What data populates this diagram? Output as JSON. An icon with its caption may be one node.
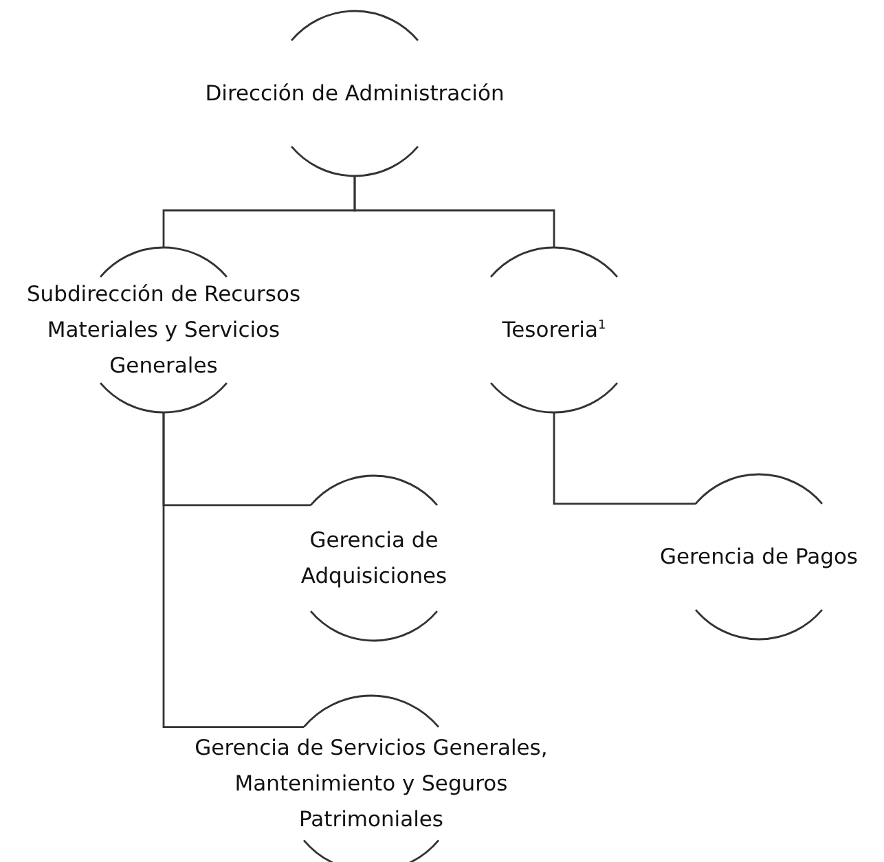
{
  "diagram": {
    "nodes": [
      {
        "text": [
          "Dirección de Administración"
        ]
      },
      {
        "text": [
          "Subdirección de Recursos Materiales y Servicios Generales"
        ]
      },
      {
        "text": [
          "Tesoreria$^{1}$"
        ]
      },
      {
        "text": [
          "Gerencia de Adquisiciones"
        ]
      },
      {
        "text": [
          "Gerencia de Pagos"
        ]
      },
      {
        "text": [
          "Gerencia de Servicios Generales, Mantenimiento y Seguros Patrimoniales"
        ]
      }
    ],
    "edges": [
      {
        "from": 0,
        "to": 1,
        "arrow": "none"
      },
      {
        "from": 0,
        "to": 2,
        "arrow": "none"
      },
      {
        "from": 1,
        "to": 3,
        "arrow": "none"
      },
      {
        "from": 2,
        "to": 4,
        "arrow": "none"
      },
      {
        "from": 1,
        "to": 5,
        "arrow": "none"
      }
    ]
  }
}
